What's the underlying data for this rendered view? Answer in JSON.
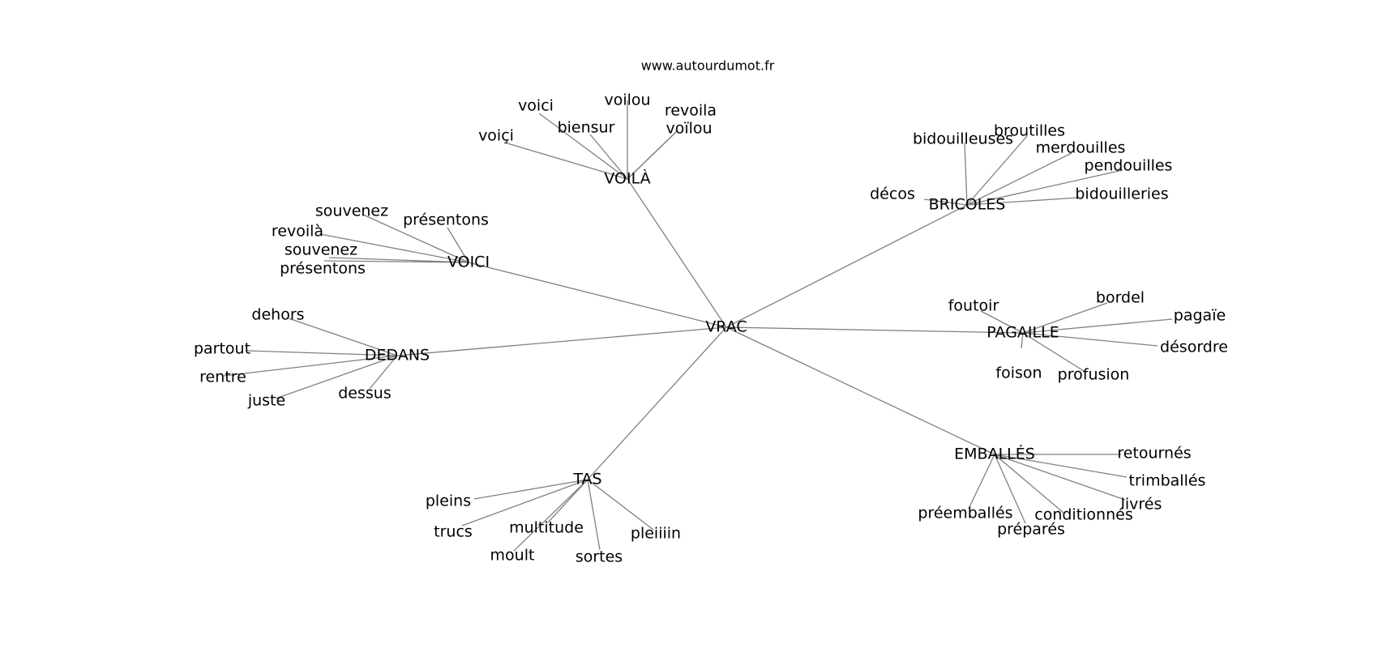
{
  "site": "www.autourdumot.fr",
  "center": "VRAC",
  "hubs": [
    {
      "key": "voila",
      "label": "VOILÀ",
      "words": [
        "voiçi",
        "voici",
        "biensur",
        "voilou",
        "revoila",
        "voïlou"
      ]
    },
    {
      "key": "voici",
      "label": "VOICI",
      "words": [
        "souvenez",
        "présentons",
        "revoilà",
        "souvenez",
        "présentons"
      ]
    },
    {
      "key": "dedans",
      "label": "DEDANS",
      "words": [
        "dehors",
        "partout",
        "rentre",
        "juste",
        "dessus"
      ]
    },
    {
      "key": "tas",
      "label": "TAS",
      "words": [
        "pleins",
        "trucs",
        "multitude",
        "moult",
        "sortes",
        "pleiiiin"
      ]
    },
    {
      "key": "bricoles",
      "label": "BRICOLES",
      "words": [
        "bidouilleuses",
        "broutilles",
        "merdouilles",
        "pendouilles",
        "décos",
        "bidouilleries"
      ]
    },
    {
      "key": "pagaille",
      "label": "PAGAILLE",
      "words": [
        "foutoir",
        "bordel",
        "pagaïe",
        "désordre",
        "foison",
        "profusion"
      ]
    },
    {
      "key": "emballes",
      "label": "EMBALLÉS",
      "words": [
        "retournés",
        "trimballés",
        "livrés",
        "conditionnés",
        "préparés",
        "préemballés"
      ]
    }
  ]
}
